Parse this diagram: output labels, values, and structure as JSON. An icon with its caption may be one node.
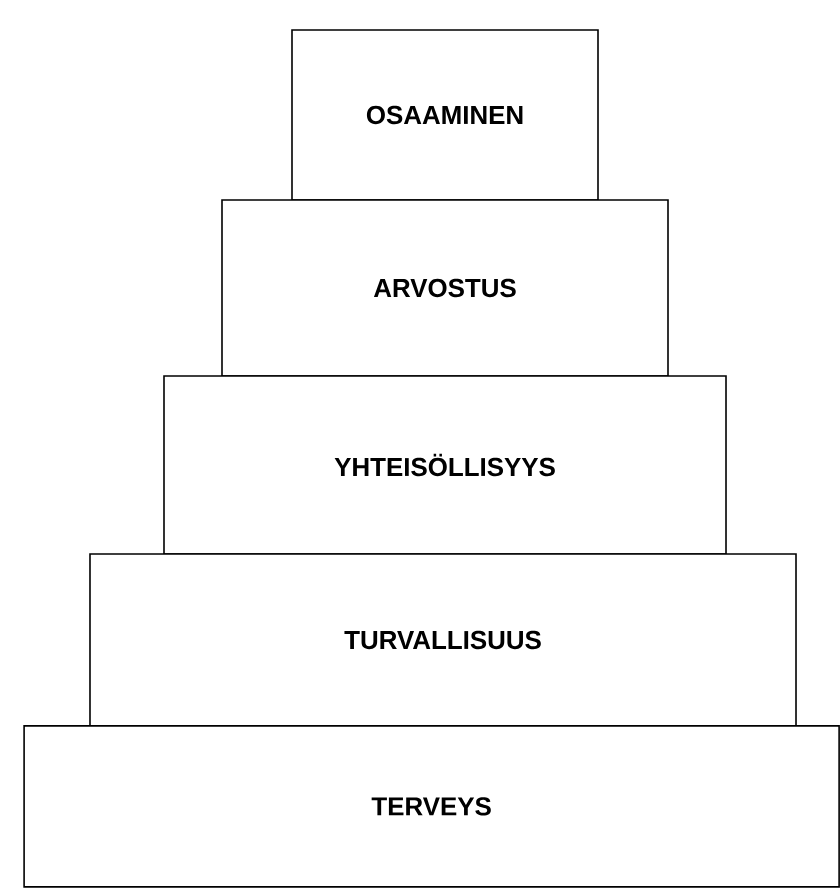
{
  "diagram": {
    "nodes": [
      {
        "text": [
          "OSAAMINEN"
        ]
      },
      {
        "text": [
          "ARVOSTUS"
        ]
      },
      {
        "text": [
          "YHTEISÖLLISYYS"
        ]
      },
      {
        "text": [
          "TURVALLISUUS"
        ]
      },
      {
        "text": [
          "TERVEYS"
        ]
      }
    ]
  }
}
